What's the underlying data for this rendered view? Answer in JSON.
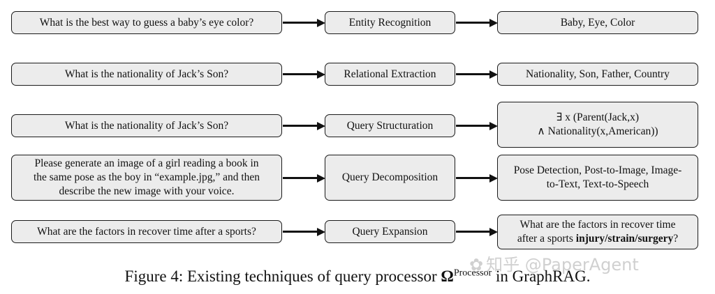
{
  "rows": [
    {
      "query": "What is the best way to guess a baby’s eye color?",
      "technique": "Entity Recognition",
      "output": "Baby, Eye, Color"
    },
    {
      "query": "What is the nationality of Jack’s Son?",
      "technique": "Relational Extraction",
      "output": "Nationality, Son, Father, Country"
    },
    {
      "query": "What is the nationality of Jack’s Son?",
      "technique": "Query Structuration",
      "output_line1": "∃ x (Parent(Jack,x)",
      "output_line2": "∧ Nationality(x,American))"
    },
    {
      "query_line1": "Please generate an image of a girl reading a book in",
      "query_line2": "the same pose as the boy in “example.jpg,” and then",
      "query_line3": "describe the new image with your voice.",
      "technique": "Query Decomposition",
      "output_line1": "Pose Detection, Post-to-Image, Image-",
      "output_line2": "to-Text, Text-to-Speech"
    },
    {
      "query": "What are the factors in recover time after a sports?",
      "technique": "Query Expansion",
      "output_line1": "What are the factors in recover time",
      "output_line2_prefix": "after a sports ",
      "output_line2_bold": "injury/strain/surgery",
      "output_line2_suffix": "?"
    }
  ],
  "caption": {
    "prefix": "Figure 4: Existing techniques of query processor ",
    "symbol": "Ω",
    "superscript": "Processor",
    "suffix": " in GraphRAG."
  },
  "watermark": {
    "icon": "✿",
    "text": "知乎 @PaperAgent"
  }
}
